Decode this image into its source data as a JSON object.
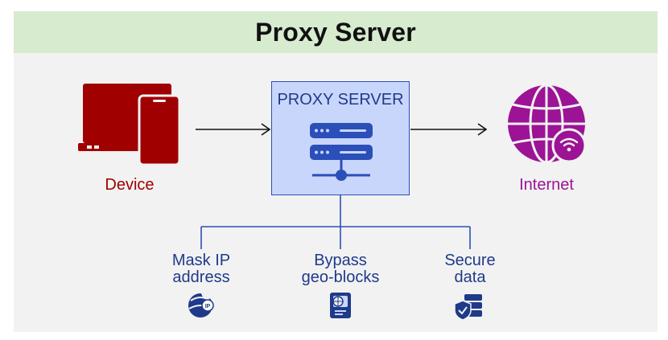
{
  "title": "Proxy Server",
  "proxy": {
    "label": "PROXY SERVER"
  },
  "device": {
    "label": "Device",
    "icon": "laptop-phone-icon",
    "color": "#a00000"
  },
  "internet": {
    "label": "Internet",
    "icon": "globe-wifi-icon",
    "color": "#9c1396"
  },
  "features": [
    {
      "line1": "Mask IP",
      "line2": "address",
      "icon": "ip-mask-icon"
    },
    {
      "line1": "Bypass",
      "line2": "geo-blocks",
      "icon": "geo-block-icon"
    },
    {
      "line1": "Secure",
      "line2": "data",
      "icon": "secure-data-icon"
    }
  ],
  "colors": {
    "header": "#d7ebcf",
    "proxy_fill": "#c9d6fb",
    "accent_blue": "#1f3a8a"
  }
}
